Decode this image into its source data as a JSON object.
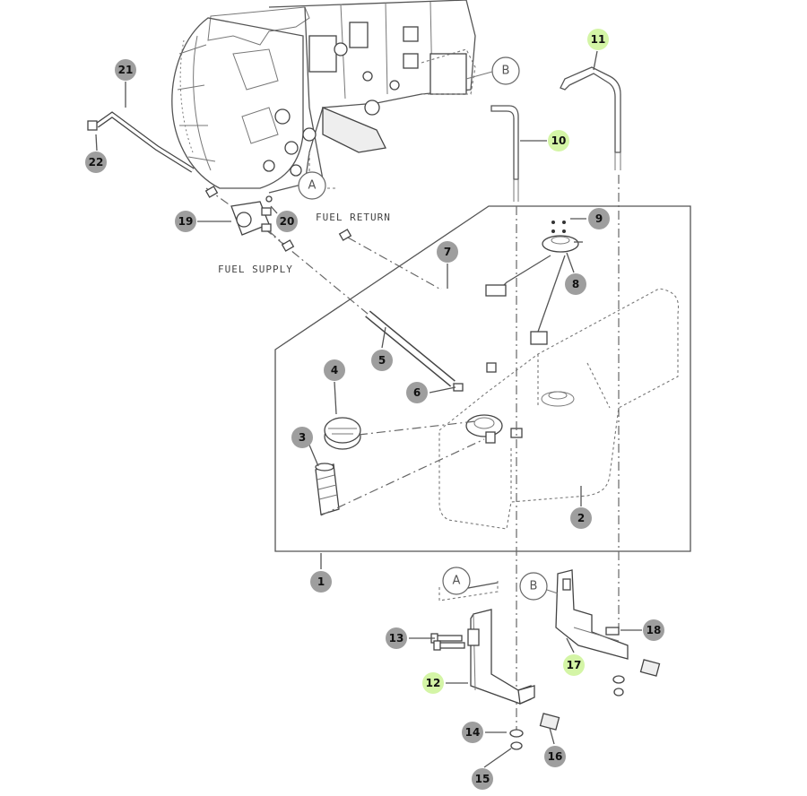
{
  "labels": {
    "fuel_return": "FUEL RETURN",
    "fuel_supply": "FUEL SUPPLY"
  },
  "ref_markers": [
    {
      "id": "A"
    },
    {
      "id": "B"
    },
    {
      "id": "A"
    },
    {
      "id": "B"
    }
  ],
  "callouts": [
    {
      "n": "1",
      "highlight": false
    },
    {
      "n": "2",
      "highlight": false
    },
    {
      "n": "3",
      "highlight": false
    },
    {
      "n": "4",
      "highlight": false
    },
    {
      "n": "5",
      "highlight": false
    },
    {
      "n": "6",
      "highlight": false
    },
    {
      "n": "7",
      "highlight": false
    },
    {
      "n": "8",
      "highlight": false
    },
    {
      "n": "9",
      "highlight": false
    },
    {
      "n": "10",
      "highlight": true
    },
    {
      "n": "11",
      "highlight": true
    },
    {
      "n": "12",
      "highlight": true
    },
    {
      "n": "13",
      "highlight": false
    },
    {
      "n": "14",
      "highlight": false
    },
    {
      "n": "15",
      "highlight": false
    },
    {
      "n": "16",
      "highlight": false
    },
    {
      "n": "17",
      "highlight": true
    },
    {
      "n": "18",
      "highlight": false
    },
    {
      "n": "19",
      "highlight": false
    },
    {
      "n": "20",
      "highlight": false
    },
    {
      "n": "21",
      "highlight": false
    },
    {
      "n": "22",
      "highlight": false
    }
  ],
  "colors": {
    "callout_default": "#9e9e9e",
    "callout_highlight": "#d4f5a6",
    "line": "#555555"
  }
}
